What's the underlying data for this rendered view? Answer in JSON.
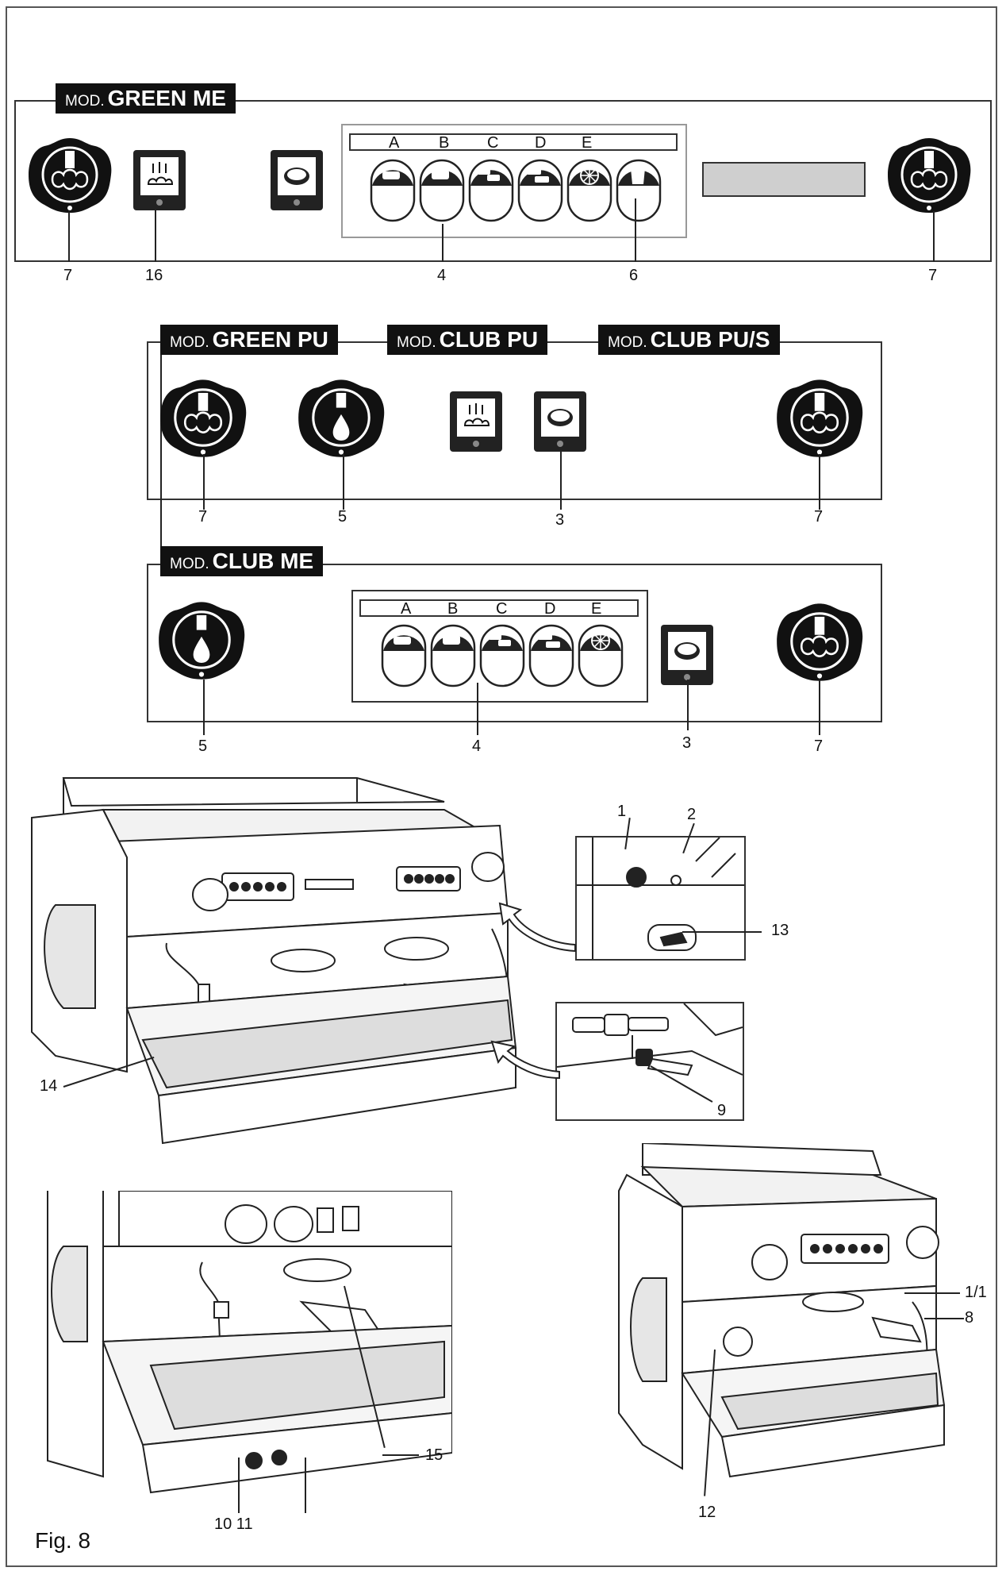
{
  "figure_label": "Fig. 8",
  "panels": [
    {
      "prefix": "MOD.",
      "name": "GREEN ME"
    },
    {
      "prefix": "MOD.",
      "name": "GREEN PU"
    },
    {
      "prefix": "MOD.",
      "name": "CLUB PU"
    },
    {
      "prefix": "MOD.",
      "name": "CLUB PU/S"
    },
    {
      "prefix": "MOD.",
      "name": "CLUB ME"
    }
  ],
  "keypad_letters": [
    "A",
    "B",
    "C",
    "D",
    "E"
  ],
  "callouts": {
    "p1": [
      "7",
      "16",
      "4",
      "6",
      "7"
    ],
    "p2": [
      "7",
      "5",
      "3",
      "7"
    ],
    "p3": [
      "5",
      "4",
      "3",
      "7"
    ],
    "machine": [
      "1",
      "2",
      "13",
      "14",
      "9"
    ],
    "detail": [
      "15",
      "10 11"
    ],
    "single": [
      "1/1",
      "8",
      "12"
    ]
  },
  "icons": {
    "steam_knob": "steam-knob-icon",
    "water_knob": "hot-water-knob-icon",
    "switch": "switch-icon",
    "cup_button": "cup-button-icon"
  }
}
